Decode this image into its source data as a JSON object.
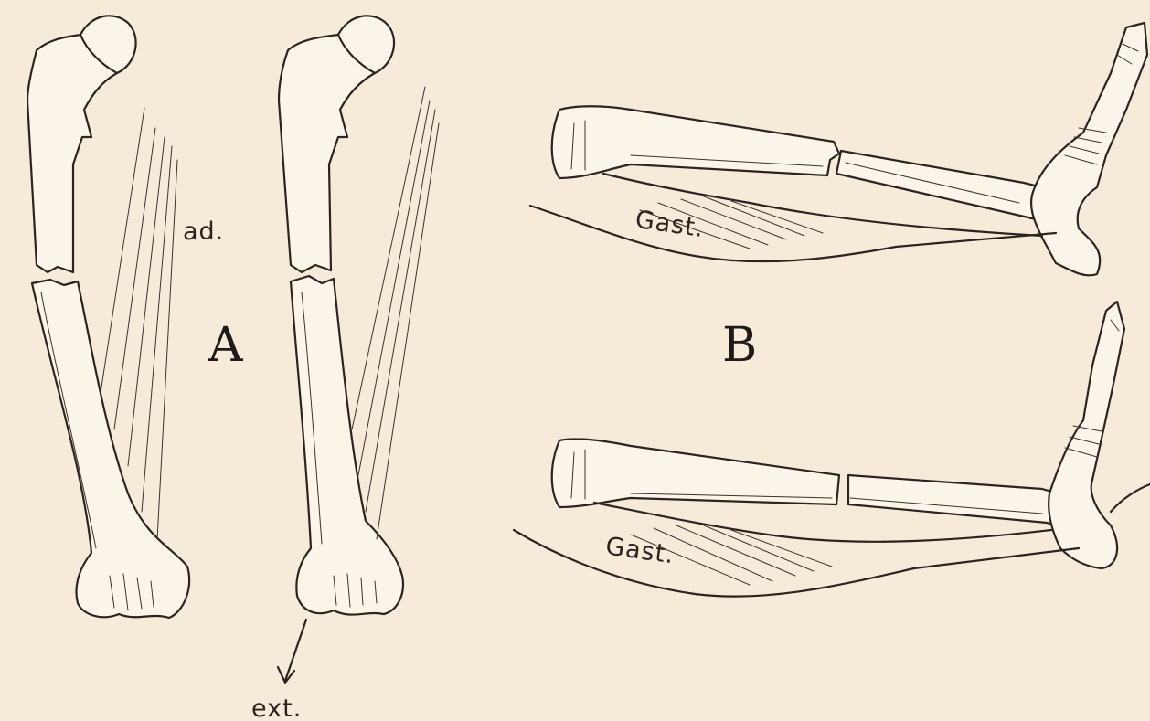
{
  "figure": {
    "panel_a": {
      "letter": "A",
      "labels": {
        "adductors": "ad.",
        "extension": "ext."
      }
    },
    "panel_b": {
      "letter": "B",
      "labels": {
        "upper_gastrocnemius": "Gast.",
        "lower_gastrocnemius": "Gast."
      }
    }
  },
  "colors": {
    "paper": "#f6ead8",
    "ink": "#2b2420",
    "bone": "#fbf4e8"
  }
}
